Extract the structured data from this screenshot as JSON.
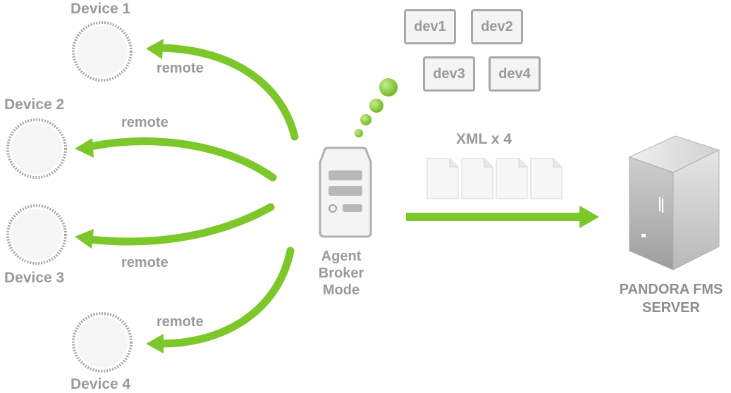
{
  "devices": [
    {
      "label": "Device 1"
    },
    {
      "label": "Device 2"
    },
    {
      "label": "Device 3"
    },
    {
      "label": "Device 4"
    }
  ],
  "remote_labels": [
    "remote",
    "remote",
    "remote",
    "remote"
  ],
  "dev_boxes": [
    "dev1",
    "dev2",
    "dev3",
    "dev4"
  ],
  "xml_label": "XML x 4",
  "agent": {
    "line1": "Agent",
    "line2": "Broker",
    "line3": "Mode"
  },
  "server": {
    "line1": "PANDORA FMS",
    "line2": "SERVER"
  },
  "colors": {
    "arrow_green": "#7cc72a",
    "text_gray": "#9a9a9a",
    "circle_border": "#a0a0a0"
  }
}
